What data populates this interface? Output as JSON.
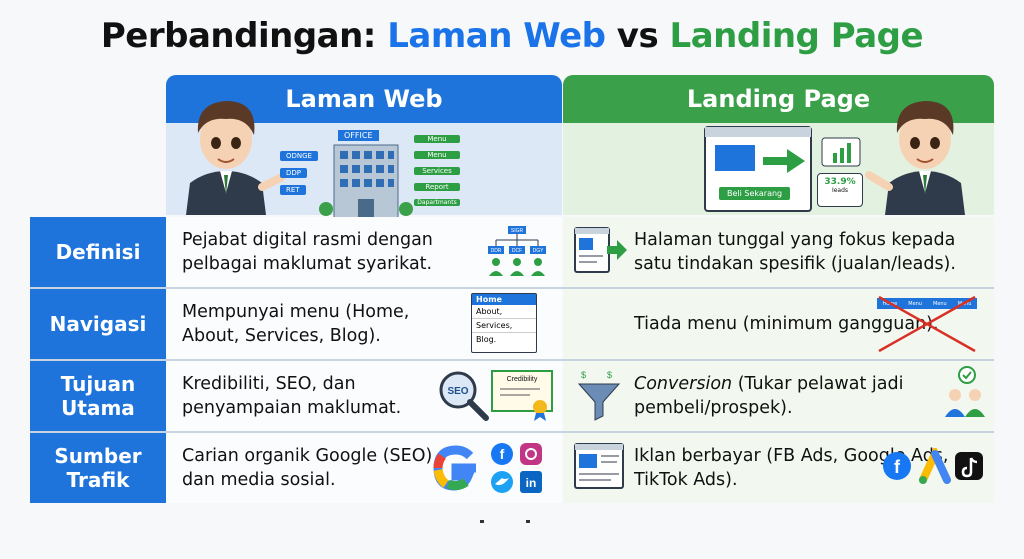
{
  "title": {
    "prefix": "Perbandingan: ",
    "web": "Laman Web",
    "vs": " vs ",
    "lp": "Landing Page"
  },
  "columns": {
    "web": "Laman Web",
    "lp": "Landing Page"
  },
  "web_illustration": {
    "office": "OFFICE",
    "left_tags": [
      "ODNGE",
      "DDP",
      "RET"
    ],
    "menu_tags": [
      "Menu",
      "Menu",
      "Services",
      "Report",
      "Dapartmants"
    ]
  },
  "lp_illustration": {
    "cta": "Beli Sekarang",
    "stat_value": "33.9%",
    "stat_label": "Ieads"
  },
  "rows": [
    {
      "label": "Definisi",
      "web": "Pejabat digital rasmi dengan pelbagai maklumat syarikat.",
      "lp": "Halaman tunggal yang fokus kepada satu tindakan spesifik (jualan/leads).",
      "org": {
        "top": "SIGR",
        "nodes": [
          "DDR",
          "DCF",
          "DGY"
        ]
      }
    },
    {
      "label": "Navigasi",
      "web": "Mempunyai menu (Home, About, Services, Blog).",
      "lp": "Tiada menu (minimum gangguan).",
      "menu": [
        "Home",
        "About,",
        "Services,",
        "Blog."
      ],
      "crossed_menu": [
        "Home",
        "Menu",
        "Menu",
        "Menu"
      ]
    },
    {
      "label": "Tujuan Utama",
      "web": "Kredibiliti, SEO, dan penyampaian maklumat.",
      "lp_italic": "Conversion",
      "lp_rest": " (Tukar pelawat jadi pembeli/prospek).",
      "seo": "SEO",
      "cert": "Credibility"
    },
    {
      "label": "Sumber Trafik",
      "web": "Carian organik Google (SEO) dan media sosial.",
      "lp": "Iklan berbayar (FB Ads, Google Ads, TikTok Ads)."
    }
  ],
  "colors": {
    "blue": "#1f74dc",
    "green": "#3aa04a",
    "lightblue": "#dde8f7",
    "lightgreen": "#e3f1e1"
  }
}
